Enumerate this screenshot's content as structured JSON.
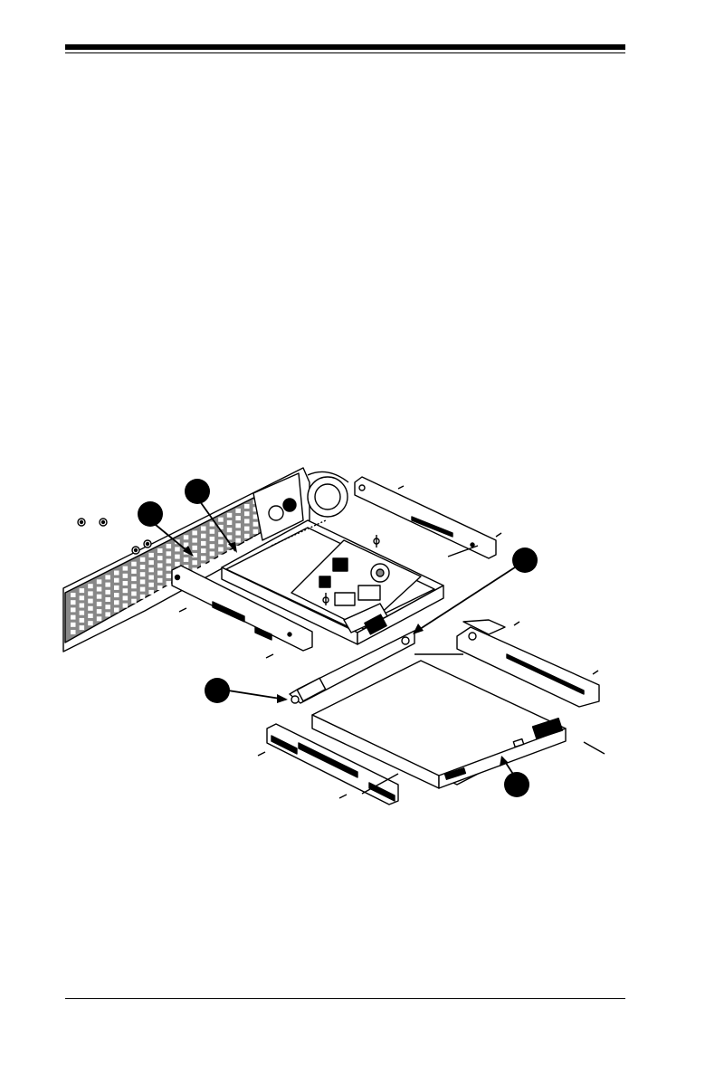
{
  "diagram": {
    "callouts": [
      {
        "id": "callout-a"
      },
      {
        "id": "callout-b"
      },
      {
        "id": "callout-c"
      },
      {
        "id": "callout-d"
      },
      {
        "id": "callout-e"
      }
    ],
    "colors": {
      "ink": "#000000",
      "paper": "#ffffff",
      "shade": "#bdbdbd",
      "darkshade": "#555555"
    }
  }
}
